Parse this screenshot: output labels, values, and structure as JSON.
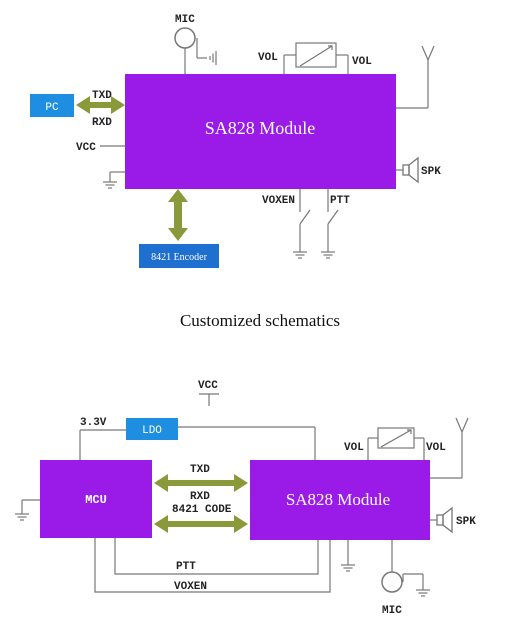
{
  "top": {
    "module_label": "SA828 Module",
    "mic_label": "MIC",
    "vol_left": "VOL",
    "vol_right": "VOL",
    "pc_label": "PC",
    "txd_label": "TXD",
    "rxd_label": "RXD",
    "vcc_label": "VCC",
    "spk_label": "SPK",
    "voxen_label": "VOXEN",
    "ptt_label": "PTT",
    "encoder_label": "8421 Encoder"
  },
  "caption": "Customized schematics",
  "bottom": {
    "vcc_label": "VCC",
    "v33_label": "3.3V",
    "ldo_label": "LDO",
    "mcu_label": "MCU",
    "module_label": "SA828 Module",
    "txd_label": "TXD",
    "rxd_label": "RXD",
    "code_label": "8421 CODE",
    "vol_left": "VOL",
    "vol_right": "VOL",
    "spk_label": "SPK",
    "ptt_label": "PTT",
    "voxen_label": "VOXEN",
    "mic_label": "MIC"
  },
  "colors": {
    "module": "#9a1be8",
    "mcu": "#9a1be8",
    "pc_box": "#1e8fe0",
    "encoder_box": "#1e6fd0",
    "arrow": "#8a9a3a"
  }
}
